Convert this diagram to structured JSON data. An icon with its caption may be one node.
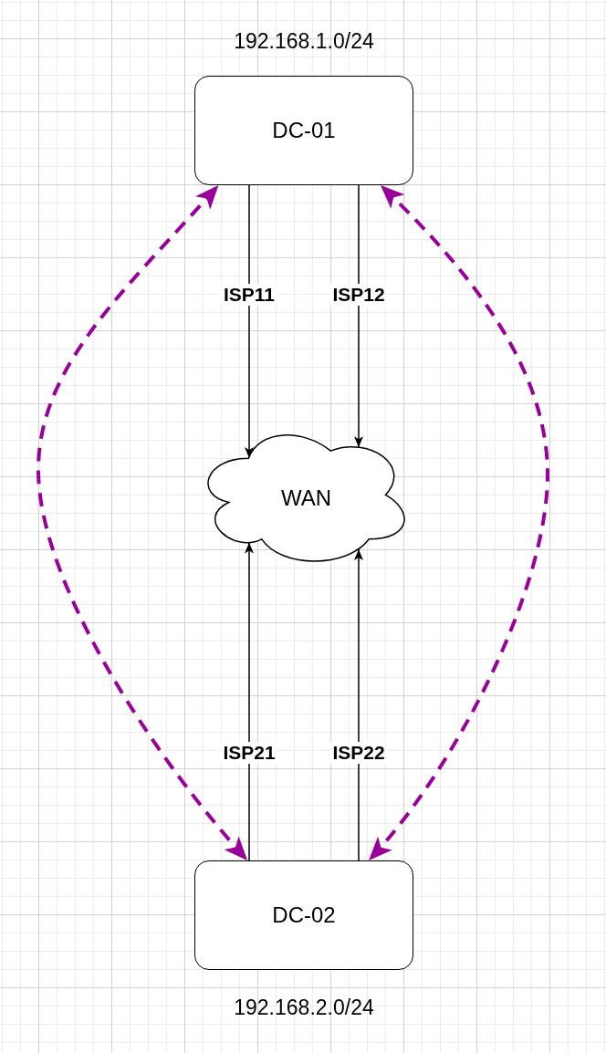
{
  "diagram": {
    "nodes": [
      {
        "text": [
          "DC-01"
        ],
        "beside": [
          "192.168.1.0/24"
        ]
      },
      {
        "text": [
          "WAN"
        ]
      },
      {
        "text": [
          "DC-02"
        ],
        "beside": [
          "192.168.2.0/24"
        ]
      }
    ],
    "edges": [
      {
        "from": 0,
        "to": 1,
        "arrow": "to",
        "label": "ISP11"
      },
      {
        "from": 0,
        "to": 1,
        "arrow": "to",
        "label": "ISP12"
      },
      {
        "from": 2,
        "to": 1,
        "arrow": "to",
        "label": "ISP21"
      },
      {
        "from": 2,
        "to": 1,
        "arrow": "to",
        "label": "ISP22"
      },
      {
        "from": 0,
        "to": 2,
        "arrow": "both",
        "style": "dashed",
        "color": "#990099"
      },
      {
        "from": 0,
        "to": 2,
        "arrow": "both",
        "style": "dashed",
        "color": "#990099"
      }
    ]
  }
}
